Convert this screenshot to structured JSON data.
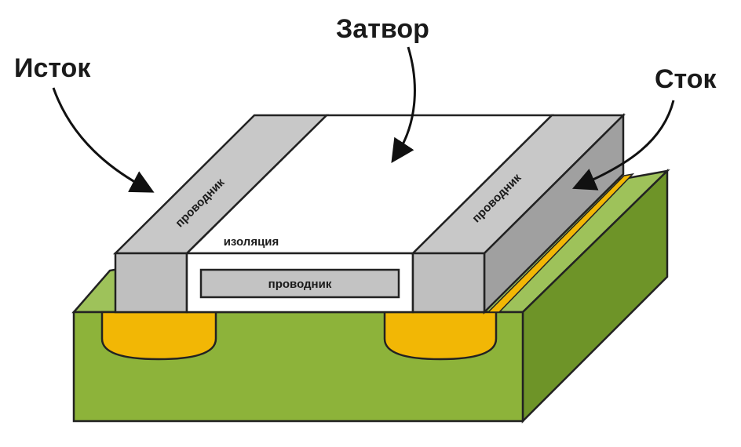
{
  "labels": {
    "source": "Исток",
    "gate": "Затвор",
    "drain": "Сток",
    "conductor_left": "проводник",
    "conductor_right": "проводник",
    "conductor_gate": "проводник",
    "insulation": "изоляция"
  },
  "colors": {
    "substrate_front": "#8db33a",
    "substrate_top": "#9ec25a",
    "substrate_side": "#6e9428",
    "doped_region": "#f2b705",
    "conductor_top": "#c8c8c8",
    "conductor_front": "#bfbfbf",
    "conductor_side": "#a0a0a0",
    "gate_top": "#ffffff",
    "outline": "#222222"
  }
}
